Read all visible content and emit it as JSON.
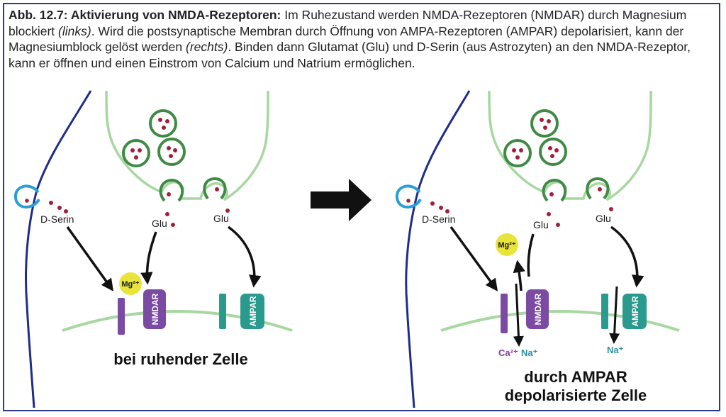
{
  "caption": {
    "title": "Abb. 12.7: Aktivierung von NMDA-Rezeptoren:",
    "part1": " Im Ruhezustand werden NMDA-Rezeptoren (NMDAR) durch Magnesium blockiert ",
    "links": "(links)",
    "part2": ". Wird die postsynaptische Membran durch Öffnung von AMPA-Rezeptoren (AMPAR) depolarisiert, kann der Magnesiumblock gelöst werden ",
    "rechts": "(rechts)",
    "part3": ". Binden dann Glutamat (Glu) und D-Serin (aus Astrozyten) an den NMDA-Rezeptor, kann er öffnen und einen Einstrom von Calcium und Natrium ermöglichen."
  },
  "left_panel": {
    "dserin": "D-Serin",
    "glu1": "Glu",
    "glu2": "Glu",
    "mg": "Mg²⁺",
    "nmdar": "NMDAR",
    "ampar": "AMPAR",
    "bottom": "bei ruhender Zelle"
  },
  "right_panel": {
    "dserin": "D-Serin",
    "glu1": "Glu",
    "glu2": "Glu",
    "mg": "Mg²⁺",
    "nmdar": "NMDAR",
    "ampar": "AMPAR",
    "ca": "Ca²⁺",
    "na1": "Na⁺",
    "na2": "Na⁺",
    "bottom1": "durch AMPAR",
    "bottom2": "depolarisierte Zelle"
  },
  "colors": {
    "neuron_blue": "#1e2d8c",
    "astro_cyan": "#2a9fd6",
    "presyn_green": "#a6d8a0",
    "vesicle_green": "#3f8a44",
    "dot_red": "#a0203a",
    "nmdar_purple": "#7b4aa3",
    "ampar_teal": "#2b9a8e",
    "mg_yellow": "#e9e43a",
    "ca_purple": "#8b3aa0",
    "na_teal": "#2b8fa0"
  }
}
